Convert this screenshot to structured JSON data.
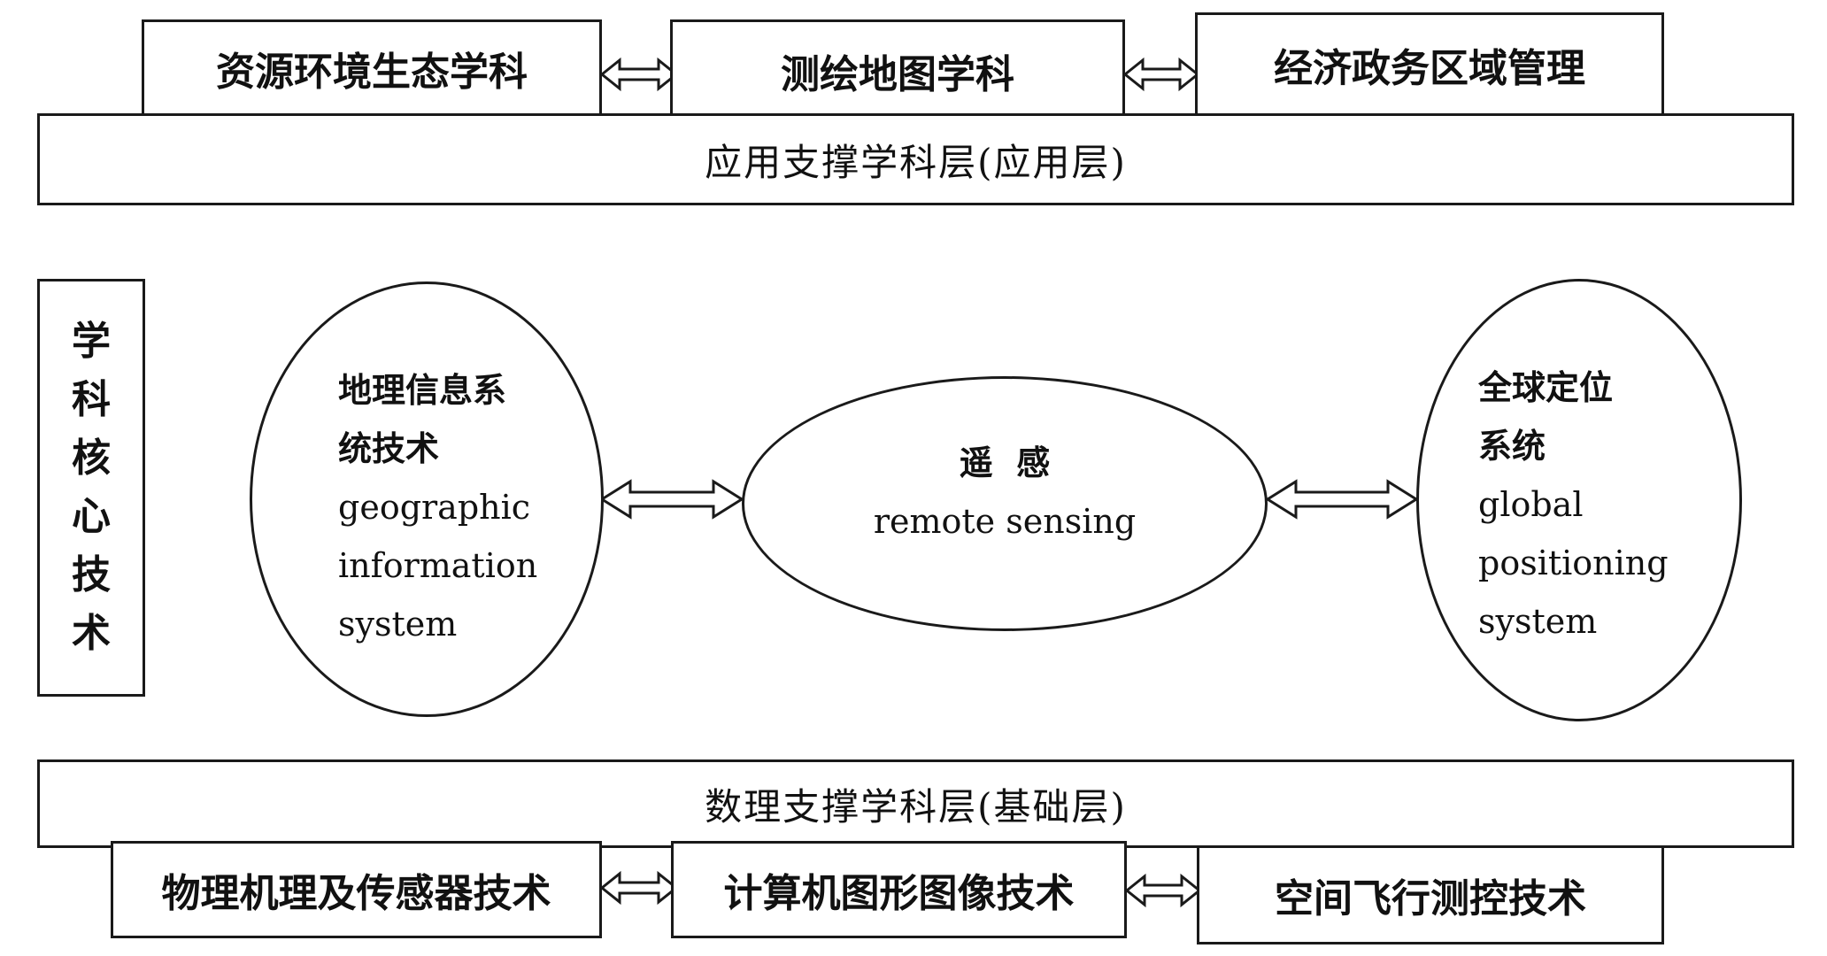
{
  "application_layer": {
    "disciplines": [
      "资源环境生态学科",
      "测绘地图学科",
      "经济政务区域管理"
    ],
    "layer_label": "应用支撑学科层(应用层)"
  },
  "core": {
    "side_label_chars": [
      "学",
      "科",
      "核",
      "心",
      "技",
      "术"
    ],
    "gis": {
      "cn_lines": [
        "地理信息系",
        "统技术"
      ],
      "en_lines": [
        "geographic",
        "information",
        "system"
      ]
    },
    "rs": {
      "cn": "遥  感",
      "en": "remote sensing"
    },
    "gps": {
      "cn_lines": [
        "全球定位",
        "系统"
      ],
      "en_lines": [
        "global",
        "positioning",
        "system"
      ]
    }
  },
  "foundation_layer": {
    "layer_label": "数理支撑学科层(基础层)",
    "technologies": [
      "物理机理及传感器技术",
      "计算机图形图像技术",
      "空间飞行测控技术"
    ]
  }
}
